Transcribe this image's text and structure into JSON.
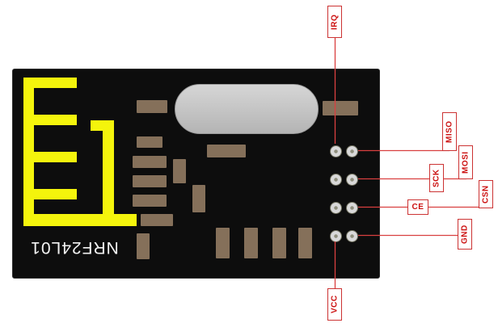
{
  "module": {
    "name": "NRF24L01"
  },
  "pin_labels": {
    "irq": "IRQ",
    "miso": "MISO",
    "mosi": "MOSI",
    "sck": "SCK",
    "csn": "CSN",
    "ce": "CE",
    "gnd": "GND",
    "vcc": "VCC"
  },
  "colors": {
    "pcb_black": "#0d0d0d",
    "antenna_yellow": "#f4f40c",
    "component_tan": "#85705a",
    "crystal_silver": "#c6c6c6",
    "annotation_red": "#cc2222",
    "silkscreen_white": "#f2f2f2"
  }
}
